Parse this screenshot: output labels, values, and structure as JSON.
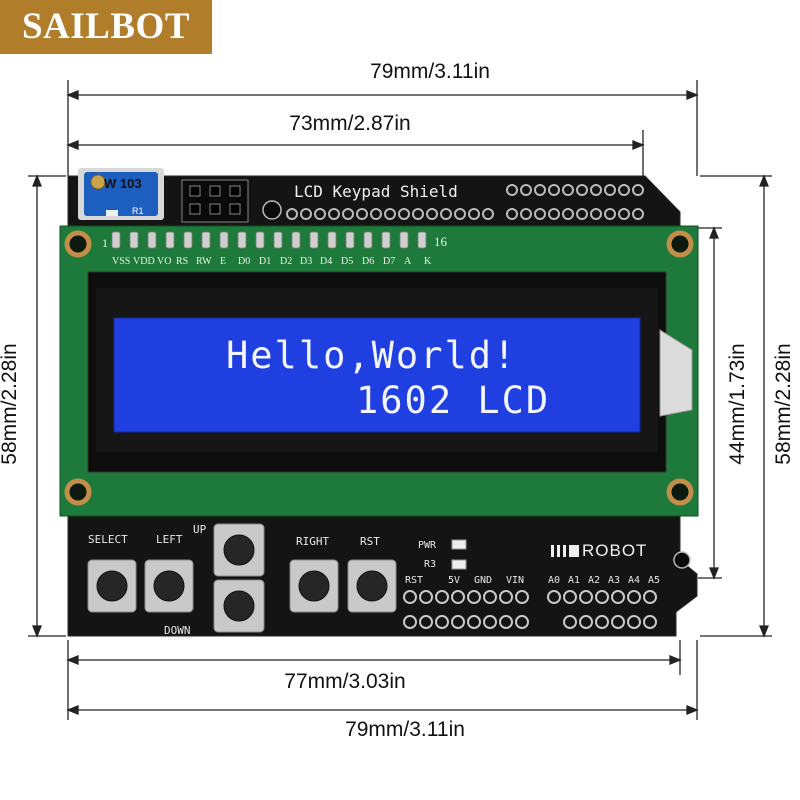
{
  "brand": "SAILBOT",
  "dimensions": {
    "top_overall": "79mm/3.11in",
    "top_inner": "73mm/2.87in",
    "bottom_inner": "77mm/3.03in",
    "bottom_overall": "79mm/3.11in",
    "left_height": "58mm/2.28in",
    "right_inner_height": "44mm/1.73in",
    "right_overall_height": "58mm/2.28in"
  },
  "board": {
    "title": "LCD Keypad Shield",
    "pot_label": "W 103",
    "pot_ref": "R1",
    "pin_start": "1",
    "pin_end": "16",
    "lcd_pins": [
      "VSS",
      "VDD",
      "VO",
      "RS",
      "RW",
      "E",
      "D0",
      "D1",
      "D2",
      "D3",
      "D4",
      "D5",
      "D6",
      "D7",
      "A",
      "K"
    ],
    "logo": "ROBOT",
    "led_labels": [
      "PWR",
      "R3"
    ],
    "power_pins": [
      "RST",
      "5V",
      "GND",
      "VIN"
    ],
    "analog_pins": [
      "A0",
      "A1",
      "A2",
      "A3",
      "A4",
      "A5"
    ]
  },
  "lcd": {
    "line1": "Hello,World!",
    "line2": "1602 LCD"
  },
  "buttons": {
    "select": "SELECT",
    "left": "LEFT",
    "up": "UP",
    "down": "DOWN",
    "right": "RIGHT",
    "rst": "RST"
  },
  "colors": {
    "brand_bg": "#b07d2a",
    "pcb_black": "#141414",
    "pcb_green": "#1d7a3a",
    "lcd_blue": "#1f3fe0",
    "lcd_text": "#f2f4ff"
  }
}
